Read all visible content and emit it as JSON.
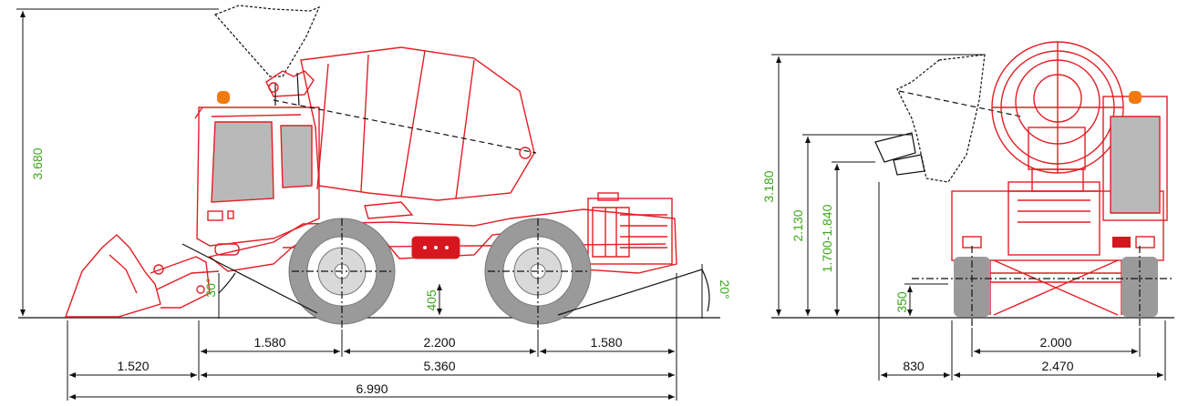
{
  "colors": {
    "outline": "#e31e24",
    "dimension_line": "#111111",
    "vertical_dimension_text": "#3aa61a",
    "glass": "#b9b9b9",
    "tyre": "#9a9a9a",
    "beacon": "#f07a10"
  },
  "side_view": {
    "overall_height": "3.680",
    "wheelbase_front": "1.580",
    "wheelbase_mid": "2.200",
    "wheelbase_rear": "1.580",
    "front_overhang": "1.520",
    "body_length": "5.360",
    "overall_length": "6.990",
    "ground_clearance": "405",
    "approach_angle": "30°",
    "departure_angle": "20°"
  },
  "rear_view": {
    "height": "3.180",
    "chute_height": "2.130",
    "discharge_height": "1.700-1.840",
    "ground_clearance": "350",
    "chute_offset": "830",
    "track_width": "2.000",
    "overall_width": "2.470"
  }
}
